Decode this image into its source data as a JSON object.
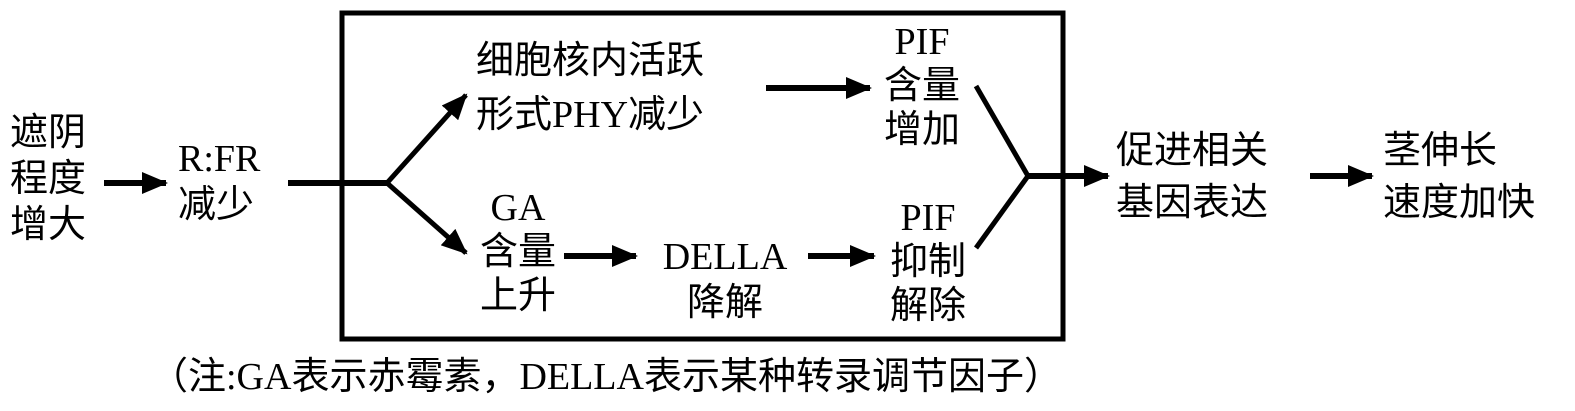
{
  "diagram": {
    "nodes": {
      "shade": {
        "lines": [
          "遮阴",
          "程度",
          "增大"
        ]
      },
      "rfr": {
        "lines": [
          "R:FR",
          "减少"
        ]
      },
      "phy": {
        "lines": [
          "细胞核内活跃",
          "形式PHY减少"
        ]
      },
      "pif_up": {
        "lines": [
          "PIF",
          "含量",
          "增加"
        ]
      },
      "ga": {
        "lines": [
          "GA",
          "含量",
          "上升"
        ]
      },
      "della": {
        "lines": [
          "DELLA",
          "降解"
        ]
      },
      "pif_release": {
        "lines": [
          "PIF",
          "抑制",
          "解除"
        ]
      },
      "gene": {
        "lines": [
          "促进相关",
          "基因表达"
        ]
      },
      "stem": {
        "lines": [
          "茎伸长",
          "速度加快"
        ]
      }
    },
    "edges": [
      {
        "from": "shade",
        "to": "rfr"
      },
      {
        "from": "rfr",
        "to": "phy"
      },
      {
        "from": "rfr",
        "to": "ga"
      },
      {
        "from": "phy",
        "to": "pif_up"
      },
      {
        "from": "ga",
        "to": "della"
      },
      {
        "from": "della",
        "to": "pif_release"
      },
      {
        "from": "pif_up",
        "to": "gene"
      },
      {
        "from": "pif_release",
        "to": "gene"
      },
      {
        "from": "gene",
        "to": "stem"
      }
    ],
    "note": "（注:GA表示赤霉素，DELLA表示某种转录调节因子）",
    "colors": {
      "line": "#000000",
      "text": "#000000",
      "background": "#ffffff"
    }
  }
}
